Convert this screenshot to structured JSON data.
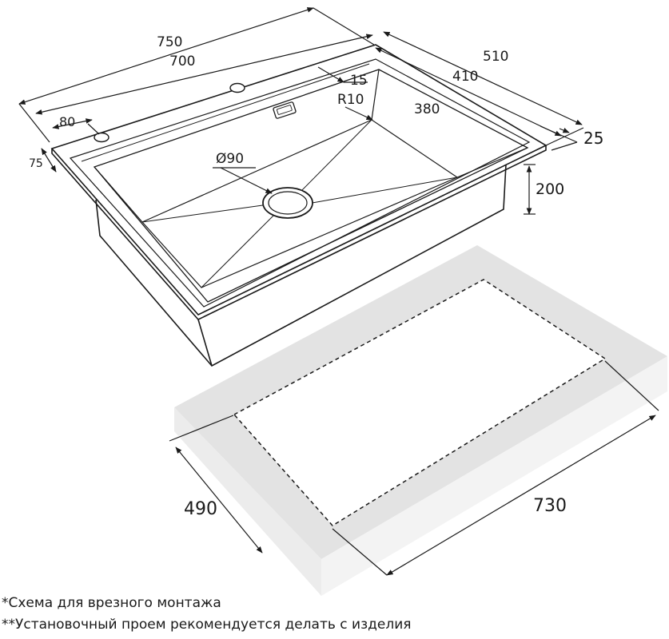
{
  "dimensions": {
    "overall_length": "750",
    "inner_length": "700",
    "tap_offset": "80",
    "front_rim": "75",
    "drain_diameter": "Ø90",
    "rim_step": "15",
    "corner_radius": "R10",
    "overall_width": "510",
    "inner_width": "410",
    "bowl_depth_span": "380",
    "rim_thickness": "25",
    "bowl_depth": "200",
    "cutout_width": "490",
    "cutout_length": "730"
  },
  "notes": [
    "*Схема для врезного монтажа",
    "**Установочный проем рекомендуется делать с изделия"
  ]
}
